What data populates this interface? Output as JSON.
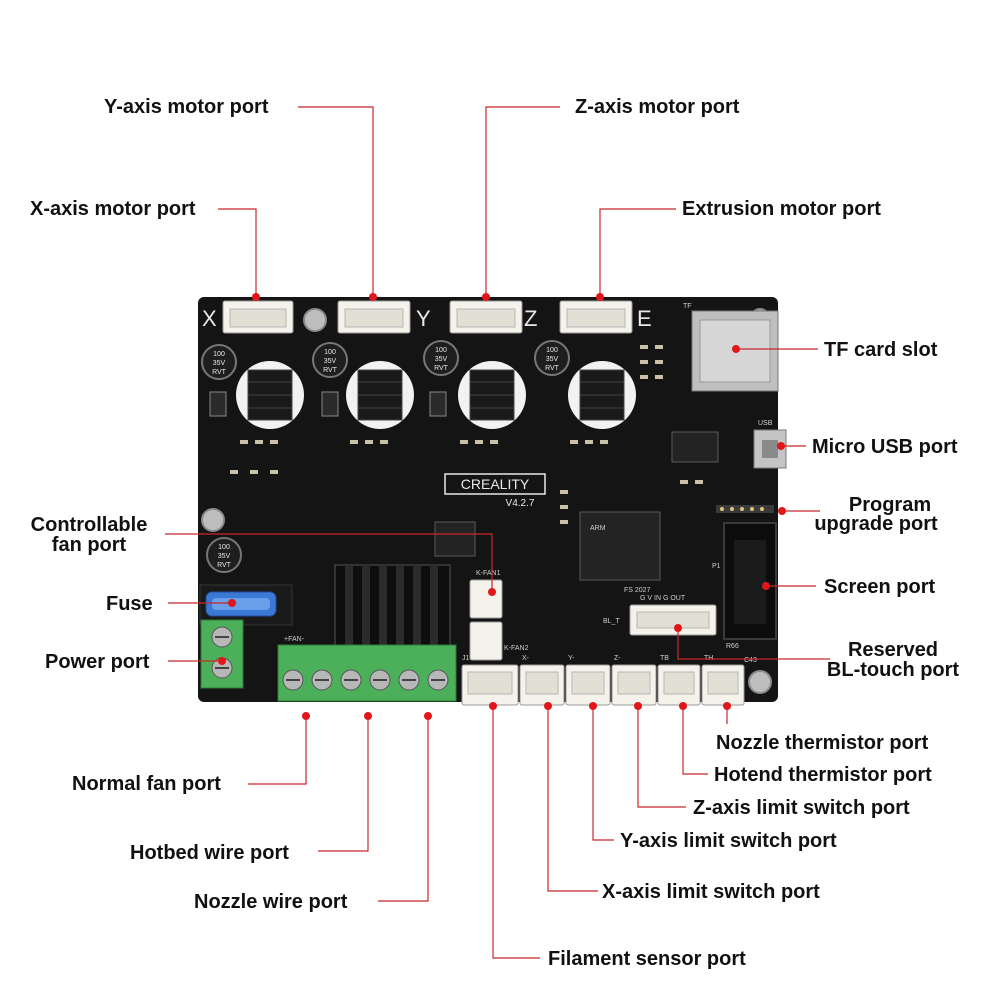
{
  "colors": {
    "board": "#141414",
    "connector": "#f4f2ea",
    "terminal_green": "#4cb05a",
    "leader": "#c8282a",
    "dot": "#e0161b",
    "fuse": "#3c79d6"
  },
  "board": {
    "brand": "CREALITY",
    "version": "V4.2.7",
    "axis_marks": [
      "X",
      "Y",
      "Z",
      "E"
    ],
    "cap_text": [
      "100",
      "35V",
      "RVT"
    ],
    "silk": {
      "tf": "TF",
      "usb": "USB",
      "fs": "FS 2027",
      "screen_pins": "G  V  IN  G  OUT",
      "bl": "BL_T",
      "kfan1": "K-FAN1",
      "kfan2": "K-FAN2",
      "j1": "J1",
      "xm": "X-",
      "ym": "Y-",
      "zm": "Z-",
      "tb": "TB",
      "th": "TH",
      "fan": "+FAN-",
      "r66": "R66",
      "c43": "C43",
      "p1": "P1"
    }
  },
  "labels": {
    "y_motor": "Y-axis motor port",
    "z_motor": "Z-axis motor port",
    "x_motor": "X-axis motor port",
    "e_motor": "Extrusion motor port",
    "tf_slot": "TF card slot",
    "usb": "Micro USB port",
    "program_1": "Program",
    "program_2": "upgrade port",
    "ctrl_fan_1": "Controllable",
    "ctrl_fan_2": "fan port",
    "screen": "Screen port",
    "fuse": "Fuse",
    "reserved_1": "Reserved",
    "reserved_2": "BL-touch  port",
    "power": "Power port",
    "nozzle_therm": "Nozzle thermistor port",
    "hotend_therm": "Hotend thermistor port",
    "normal_fan": "Normal fan port",
    "z_limit": "Z-axis limit switch port",
    "y_limit": "Y-axis limit switch port",
    "hotbed": "Hotbed wire port",
    "nozzle_wire": "Nozzle wire port",
    "x_limit": "X-axis limit switch port",
    "filament": "Filament sensor port"
  }
}
